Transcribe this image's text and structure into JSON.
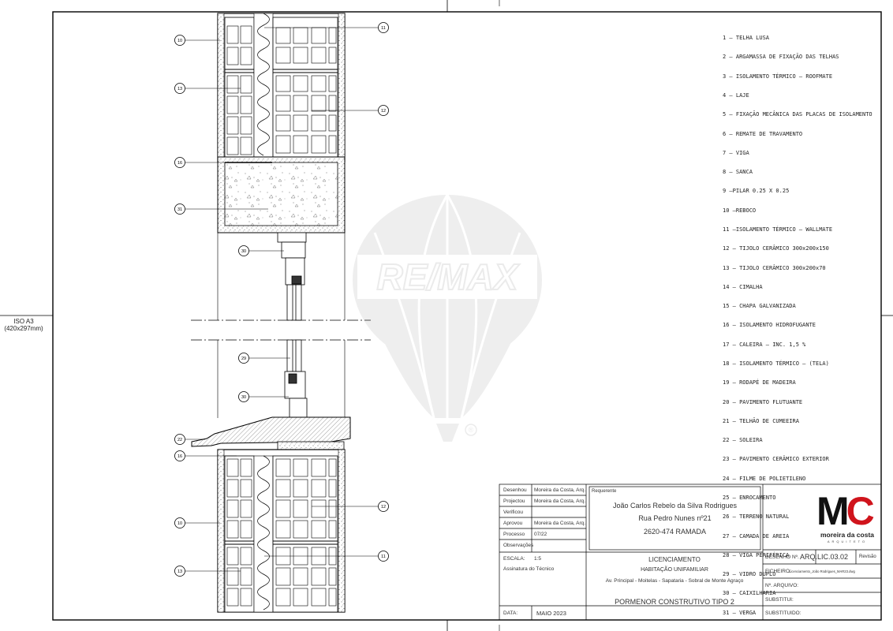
{
  "sheet_size": {
    "label": "ISO A3",
    "dims": "(420x297mm)"
  },
  "legend": [
    "1 – TELHA LUSA",
    "2 – ARGAMASSA DE FIXAÇÃO DAS TELHAS",
    "3 – ISOLAMENTO TÉRMICO – ROOFMATE",
    "4 – LAJE",
    "5 – FIXAÇÃO MECÂNICA DAS PLACAS DE ISOLAMENTO",
    "6 – REMATE DE TRAVAMENTO",
    "7 – VIGA",
    "8 – SANCA",
    "9 –PILAR 0.25 X 0.25",
    "10 –REBOCO",
    "11 –ISOLAMENTO TÉRMICO – WALLMATE",
    "12 – TIJOLO CERÂMICO 300x200x150",
    "13 – TIJOLO CERÂMICO 300x200x70",
    "14 – CIMALHA",
    "15 – CHAPA GALVANIZADA",
    "16 – ISOLAMENTO HIDROFUGANTE",
    "17 – CALEIRA – INC. 1,5 %",
    "18 – ISOLAMENTO TÉRMICO – (TELA)",
    "19 – RODAPÉ DE MADEIRA",
    "20 – PAVIMENTO FLUTUANTE",
    "21 – TELHÃO DE CUMEEIRA",
    "22 – SOLEIRA",
    "23 – PAVIMENTO CERÂMICO EXTERIOR",
    "24 – FILME DE POLIETILENO",
    "25 – ENROCAMENTO",
    "26 – TERRENO NATURAL",
    "27 – CAMADA DE AREIA",
    "28 – VIGA PERIFÉRICA",
    "29 – VIDRO DUPLO",
    "30 – CAIXILHARIA",
    "31 – VERGA"
  ],
  "callouts": [
    "10",
    "11",
    "13",
    "12",
    "16",
    "31",
    "30",
    "29",
    "30",
    "22",
    "16",
    "12",
    "10",
    "11",
    "13"
  ],
  "watermark": {
    "text": "RE/MAX",
    "registered": "®"
  },
  "title_block": {
    "labels": {
      "desenhou": "Desenhou",
      "projectou": "Projectou",
      "verificou": "Verificou",
      "aprovou": "Aprovou",
      "processo": "Processo",
      "observacoes": "Observações",
      "escala": "ESCALA:",
      "assinatura": "Assinatura do Técnico",
      "data": "DATA:",
      "requerente": "Requerente",
      "desenho_n": "DESENHO Nº.",
      "revisao": "Revisão",
      "ficheiro": "FICHEIRO:",
      "n_arquivo": "Nº. ARQUIVO:",
      "substitui": "SUBSTITUI:",
      "substituido": "SUBSTITUIDO:"
    },
    "desenhou": "Moreira da Costa, Arq.",
    "projectou": "Moreira da Costa, Arq.",
    "verificou": "",
    "aprovou": "Moreira da Costa, Arq.",
    "processo": "07/22",
    "escala": "1:5",
    "data": "MAIO 2023",
    "requerente_name": "João Carlos Rebelo da Silva Rodrigues",
    "requerente_street": "Rua Pedro Nunes nº21",
    "requerente_postal": "2620-474 RAMADA",
    "licenciamento": "LICENCIAMENTO",
    "habitacao": "HABITAÇÃO UNIFAMILIAR",
    "local": "Av. Principal - Moitelas - Sapataria - Sobral de Monte Agraço",
    "drawing_title": "PORMENOR CONSTRUTIVO TIPO 2",
    "desenho_n_value": "ARQ.LIC.03.02",
    "ficheiro_value": "Licenciamento_João Rodrigues_MAR23.dwg"
  },
  "logo": {
    "letters": "MC",
    "name": "moreira da costa",
    "sub": "ARQUITETO",
    "colors": {
      "m": "#111111",
      "c": "#d0141c"
    }
  }
}
